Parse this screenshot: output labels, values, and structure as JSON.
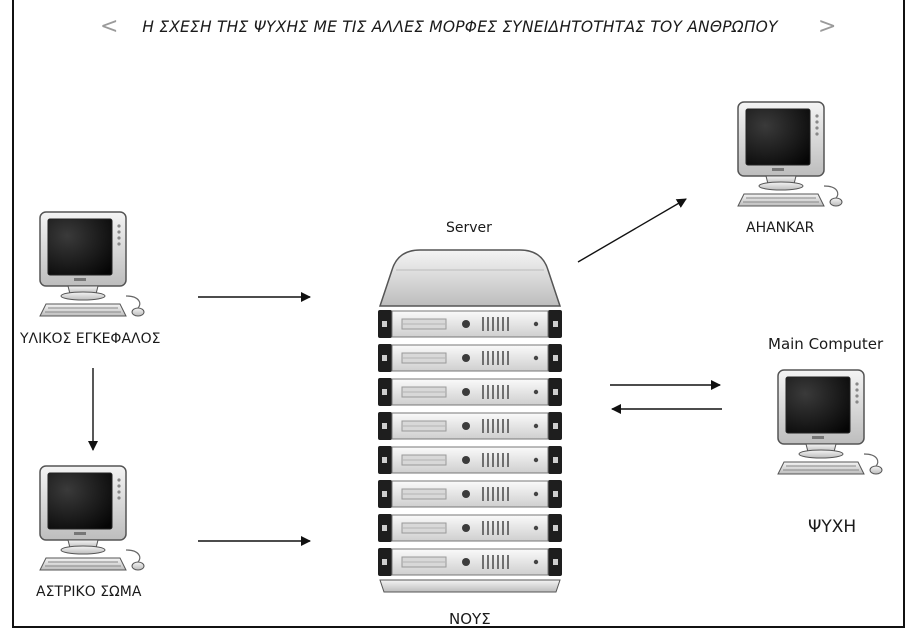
{
  "header": {
    "title": "Η ΣΧΕΣΗ ΤΗΣ ΨΥΧΗΣ ΜΕ ΤΙΣ ΑΛΛΕΣ ΜΟΡΦΕΣ ΣΥΝΕΙΔΗΤΟΤΗΤΑΣ ΤΟΥ ΑΝΘΡΩΠΟΥ",
    "prev": "<",
    "next": ">"
  },
  "nodes": {
    "brain": "ΥΛΙΚΟΣ ΕΓΚΕΦΑΛΟΣ",
    "astral": "ΑΣΤΡΙΚΟ ΣΩΜΑ",
    "server_top": "Server",
    "server_bottom": "ΝΟΥΣ",
    "ahankar": "AHANKAR",
    "main_top": "Main Computer",
    "main_bottom": "ΨΥΧΗ"
  },
  "colors": {
    "stroke": "#1a1a1a",
    "screen": "#0d0d0d",
    "metal": "#d9d9d9"
  }
}
